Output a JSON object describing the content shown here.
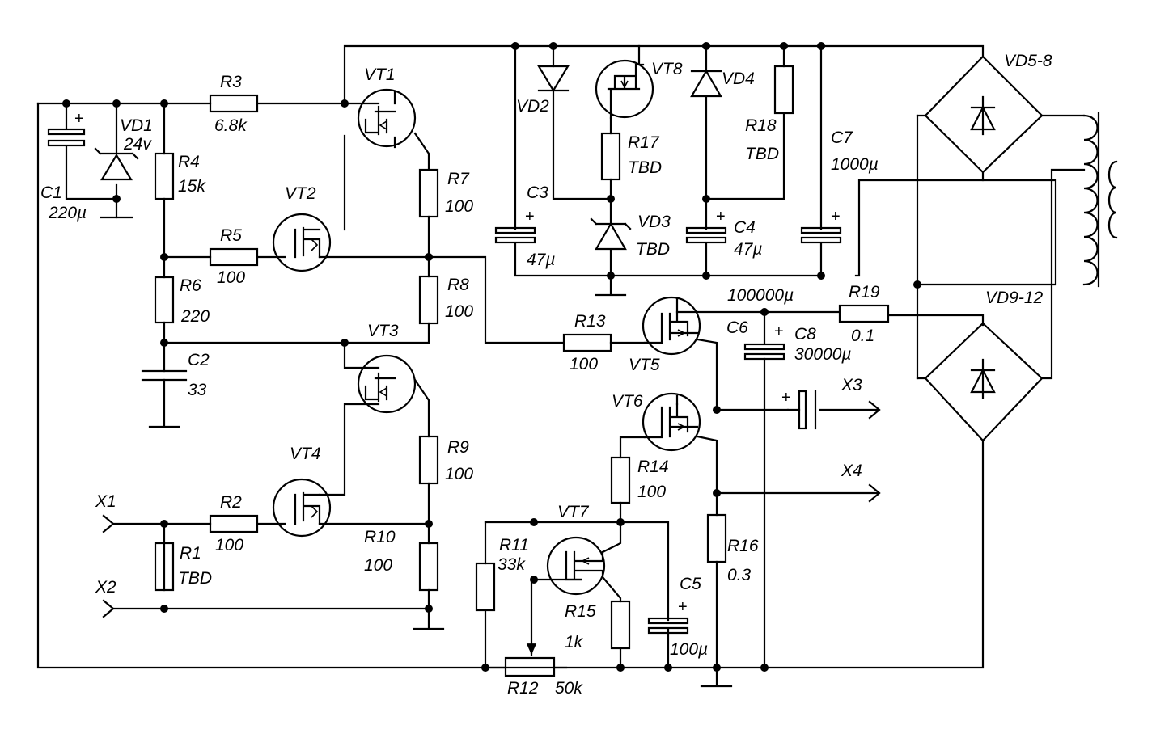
{
  "components": {
    "C1": {
      "ref": "C1",
      "value": "220µ"
    },
    "VD1": {
      "ref": "VD1",
      "value": "24v"
    },
    "R3": {
      "ref": "R3",
      "value": "6.8k"
    },
    "R4": {
      "ref": "R4",
      "value": "15k"
    },
    "VT1": {
      "ref": "VT1"
    },
    "VT2": {
      "ref": "VT2"
    },
    "R5": {
      "ref": "R5",
      "value": "100"
    },
    "R6": {
      "ref": "R6",
      "value": "220"
    },
    "R7": {
      "ref": "R7",
      "value": "100"
    },
    "R8": {
      "ref": "R8",
      "value": "100"
    },
    "VT3": {
      "ref": "VT3"
    },
    "C2": {
      "ref": "C2",
      "value": "33"
    },
    "VT4": {
      "ref": "VT4"
    },
    "R9": {
      "ref": "R9",
      "value": "100"
    },
    "R2": {
      "ref": "R2",
      "value": "100"
    },
    "R10": {
      "ref": "R10",
      "value": "100"
    },
    "R1": {
      "ref": "R1",
      "value": "TBD"
    },
    "X1": {
      "ref": "X1"
    },
    "X2": {
      "ref": "X2"
    },
    "X3": {
      "ref": "X3"
    },
    "X4": {
      "ref": "X4"
    },
    "VD2": {
      "ref": "VD2"
    },
    "VT8": {
      "ref": "VT8"
    },
    "VD4": {
      "ref": "VD4"
    },
    "R17": {
      "ref": "R17",
      "value": "TBD"
    },
    "R18": {
      "ref": "R18",
      "value": "TBD"
    },
    "C7": {
      "ref": "C7",
      "value": "1000µ"
    },
    "C3": {
      "ref": "C3",
      "value": "47µ"
    },
    "VD3": {
      "ref": "VD3",
      "value": "TBD"
    },
    "C4": {
      "ref": "C4",
      "value": "47µ"
    },
    "R13": {
      "ref": "R13",
      "value": "100"
    },
    "VT5": {
      "ref": "VT5"
    },
    "C6": {
      "ref": "C6",
      "value": "100000µ"
    },
    "C8": {
      "ref": "C8",
      "value": "30000µ"
    },
    "R19": {
      "ref": "R19",
      "value": "0.1"
    },
    "VD5_8": {
      "ref": "VD5-8"
    },
    "VD9_12": {
      "ref": "VD9-12"
    },
    "VT6": {
      "ref": "VT6"
    },
    "R14": {
      "ref": "R14",
      "value": "100"
    },
    "VT7": {
      "ref": "VT7"
    },
    "R11": {
      "ref": "R11",
      "value": "33k"
    },
    "R15": {
      "ref": "R15",
      "value": "1k"
    },
    "C5": {
      "ref": "C5",
      "value": "100µ"
    },
    "R16": {
      "ref": "R16",
      "value": "0.3"
    },
    "R12": {
      "ref": "R12",
      "value": "50k"
    }
  },
  "polarity_mark": "+"
}
